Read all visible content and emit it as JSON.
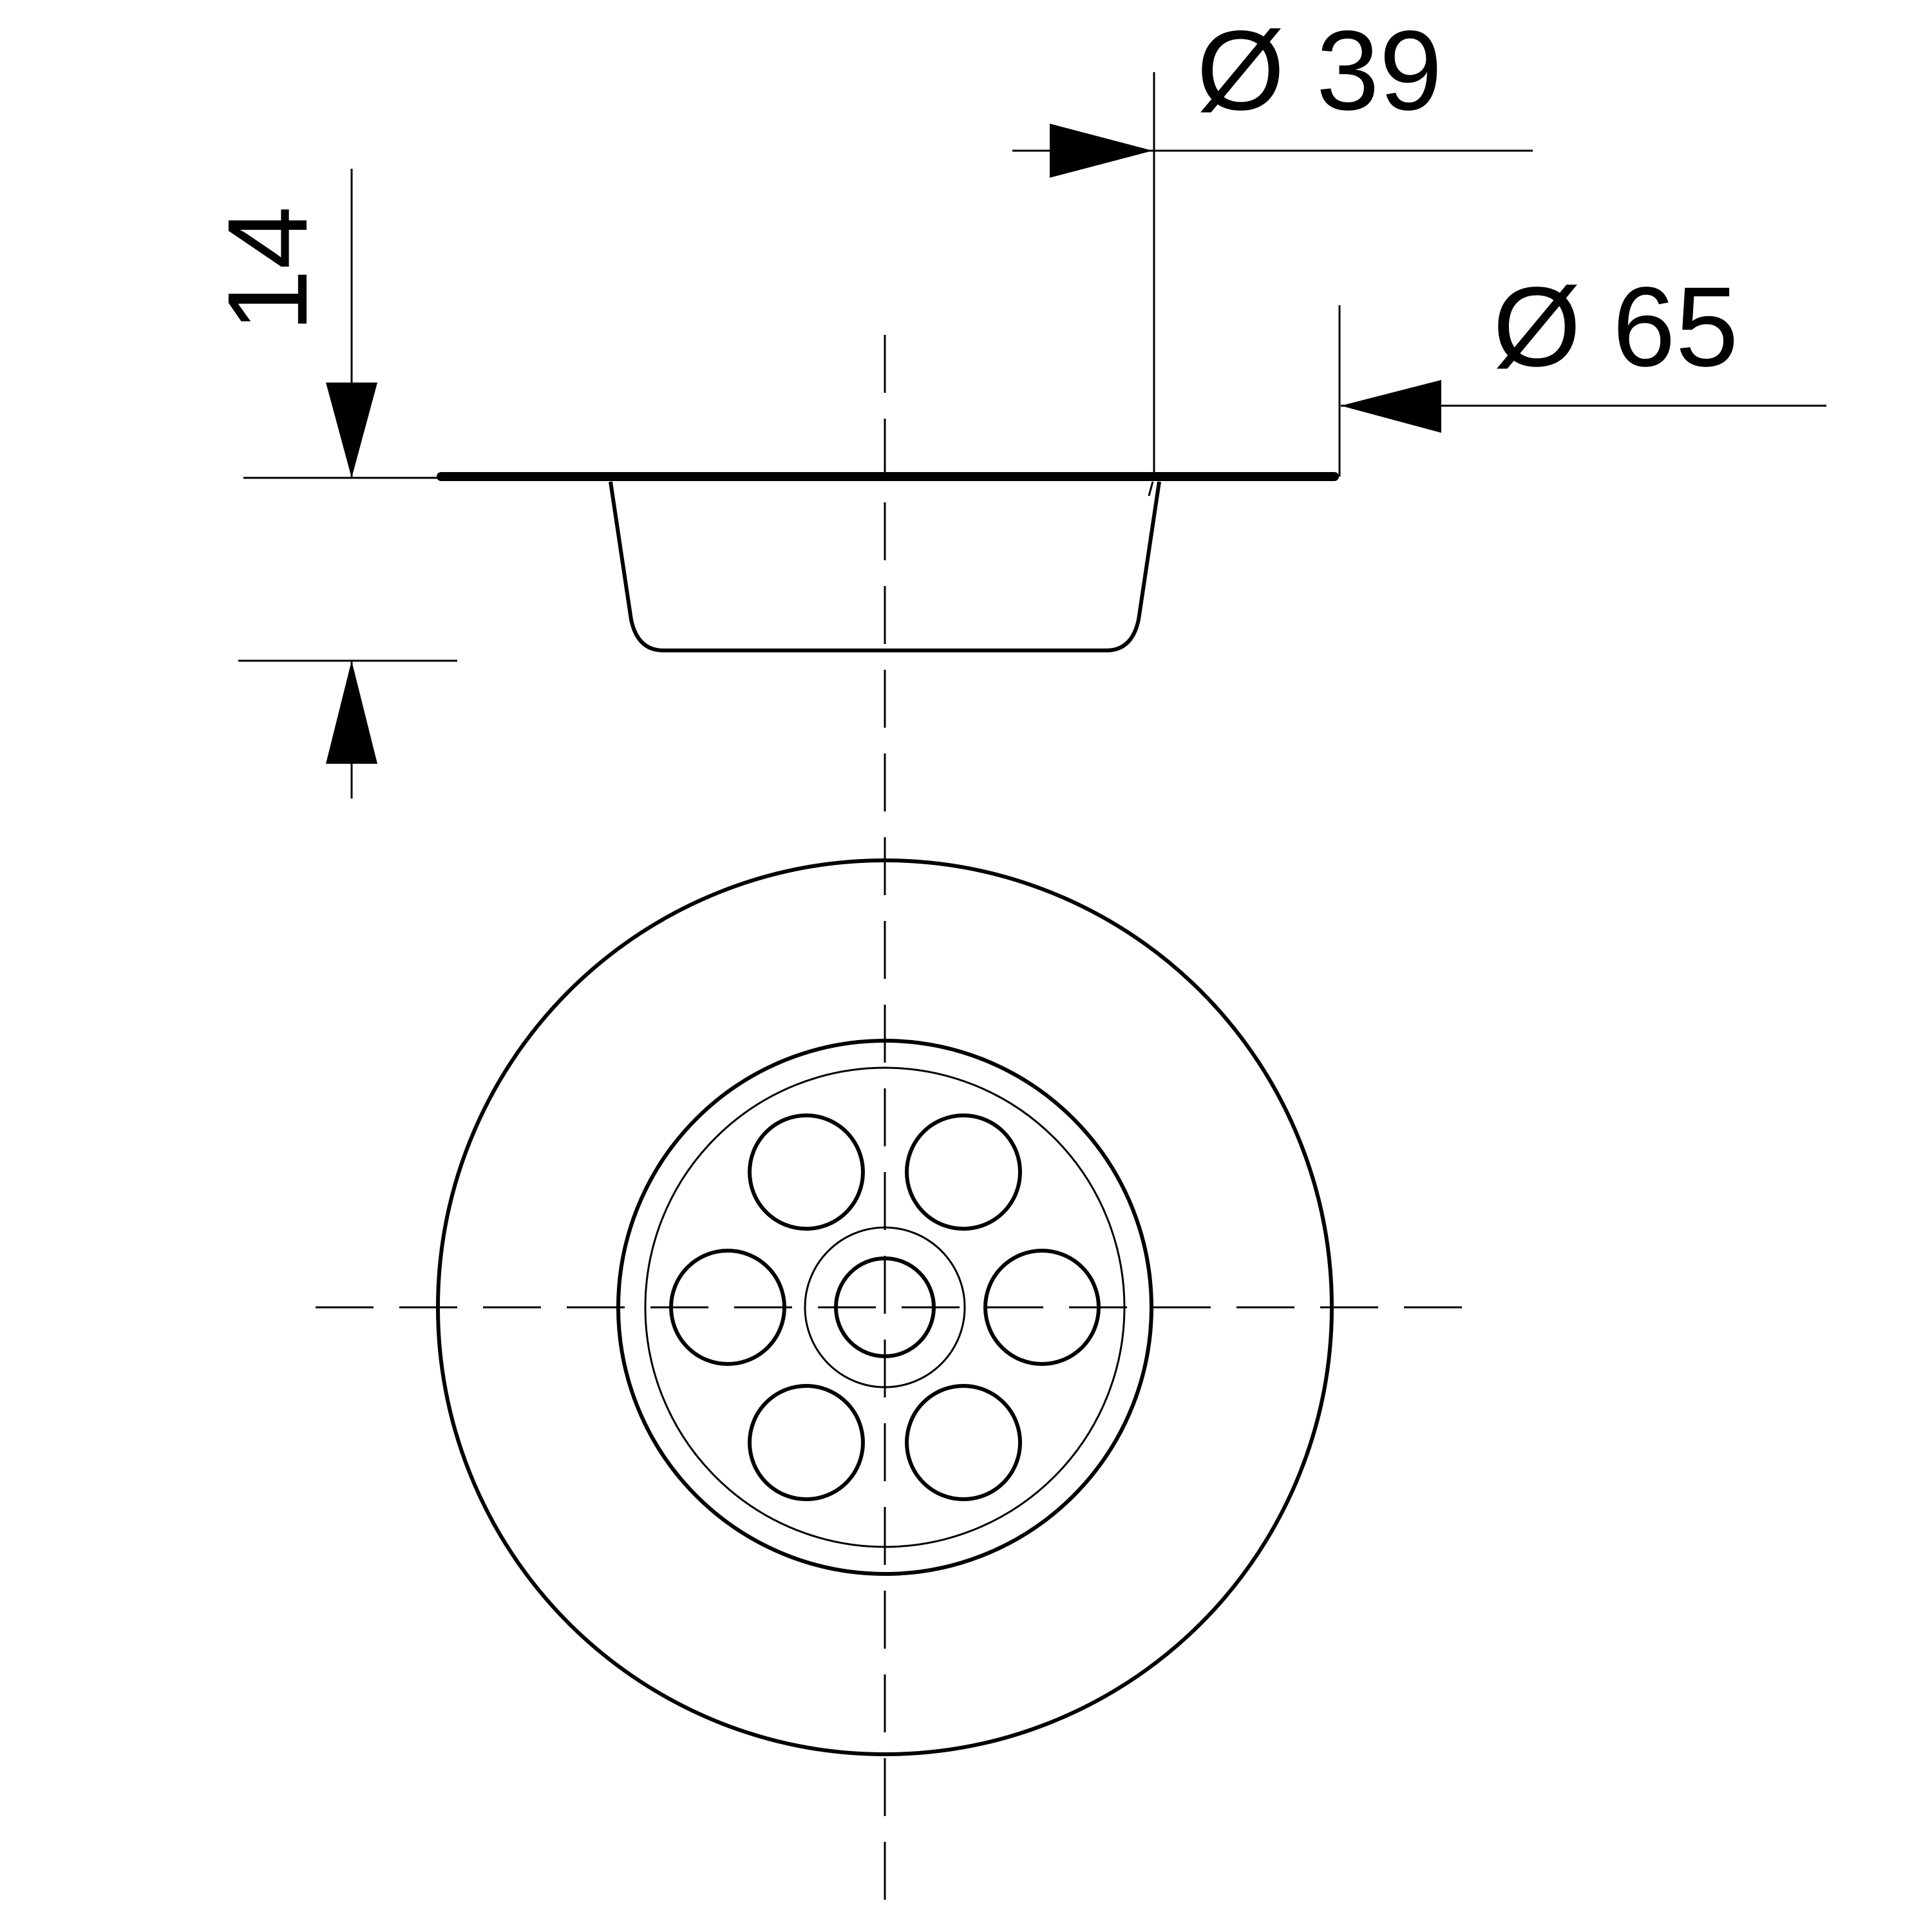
{
  "dimensions": {
    "height_label": "14",
    "inner_diameter_label": "Ø 39",
    "outer_diameter_label": "Ø 65"
  },
  "colors": {
    "line": "#000000",
    "background": "#ffffff"
  }
}
